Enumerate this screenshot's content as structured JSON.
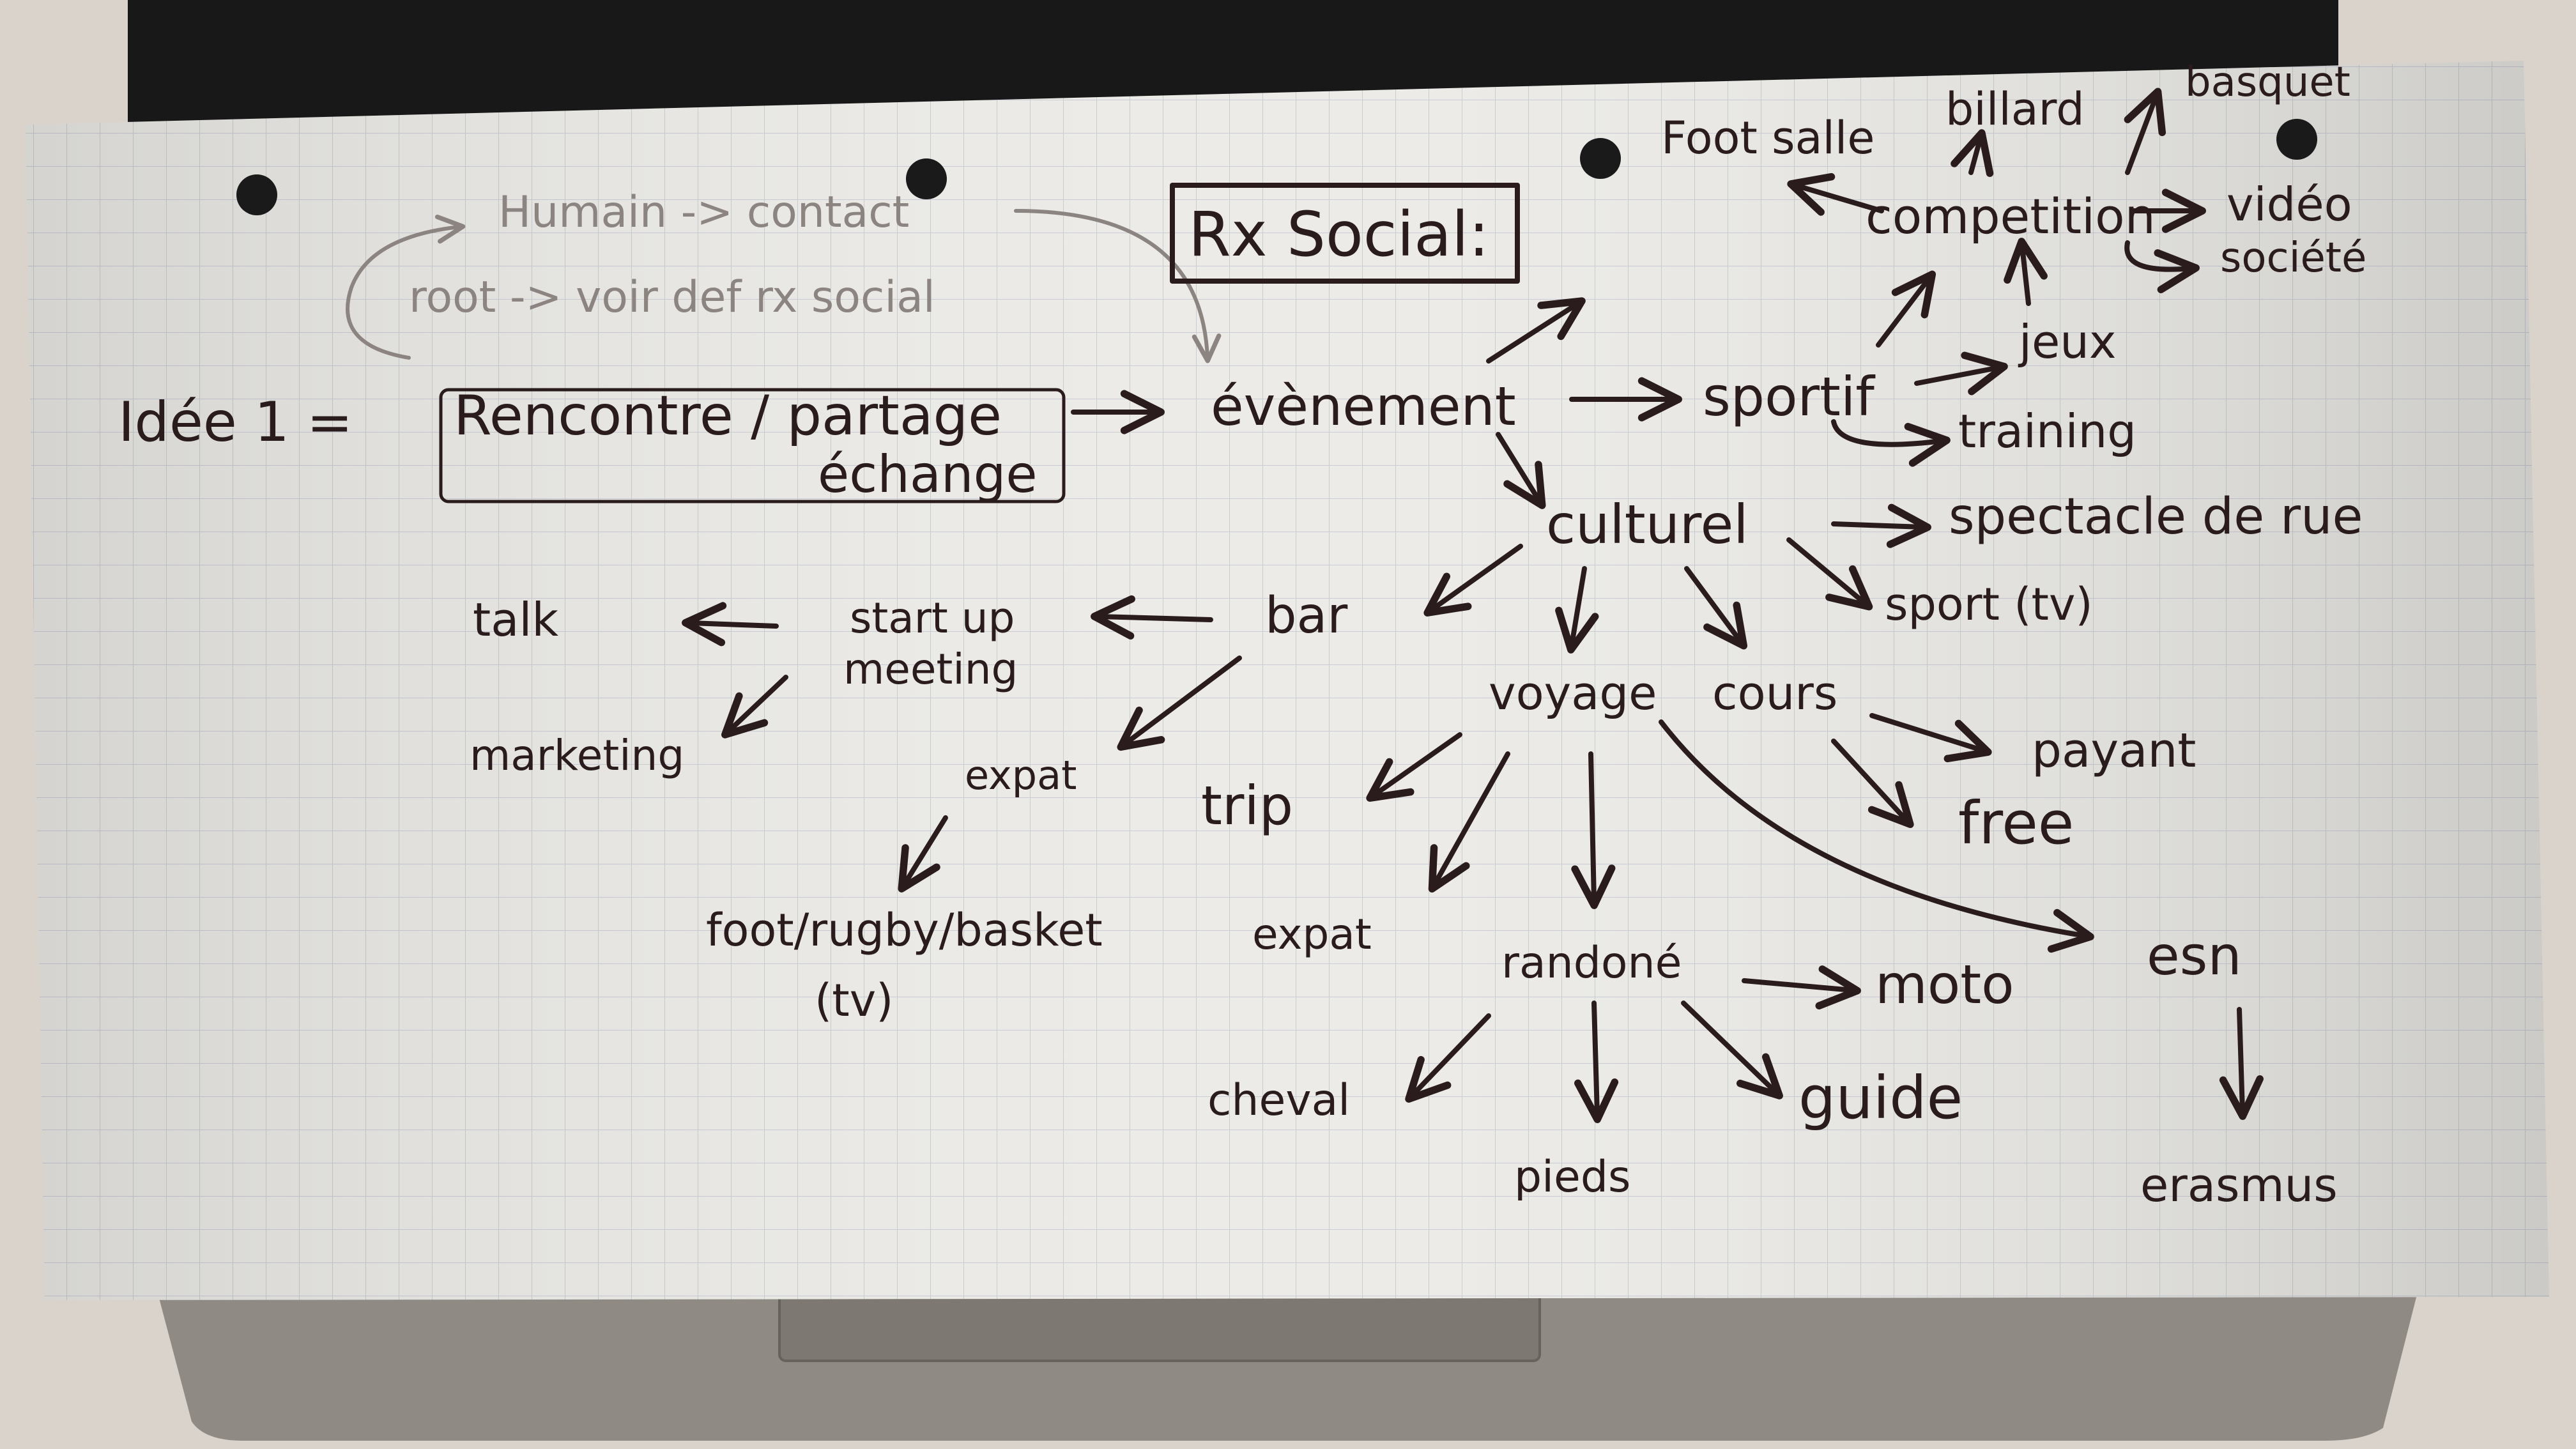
{
  "colors": {
    "paper": "#ecebe7",
    "grid": "#c9ccd3",
    "ink": "#2a1c1c",
    "faint_ink": "#8c8480",
    "laptop_body": "#8f8b84",
    "laptop_screen": "#181818",
    "background": "#d9d3cb"
  },
  "note": {
    "title": "Rx Social:",
    "faint_lines": [
      "Humain -> contact",
      "root -> voir def rx social"
    ],
    "idea_prefix": "Idée 1 =",
    "main_box": "Rencontre / partage",
    "main_box_sub": "échange",
    "nodes": {
      "evenement": "évènement",
      "sportif": "sportif",
      "culturel": "culturel",
      "competition": "competition",
      "foot_salle": "Foot salle",
      "billard": "billard",
      "basquet": "basquet",
      "video": "vidéo",
      "societe": "société",
      "jeux": "jeux",
      "training": "training",
      "spectacle": "spectacle de rue",
      "sport_tv": "sport (tv)",
      "bar": "bar",
      "start_up": "start up",
      "meeting": "meeting",
      "talk": "talk",
      "marketing": "marketing",
      "expat_bar": "expat",
      "foot_rugby": "foot/rugby/basket",
      "tv": "(tv)",
      "voyage": "voyage",
      "cours": "cours",
      "payant": "payant",
      "free": "free",
      "trip": "trip",
      "expat_voyage": "expat",
      "esn": "esn",
      "erasmus": "erasmus",
      "randonee": "randoné",
      "moto": "moto",
      "cheval": "cheval",
      "pieds": "pieds",
      "guide": "guide"
    }
  }
}
